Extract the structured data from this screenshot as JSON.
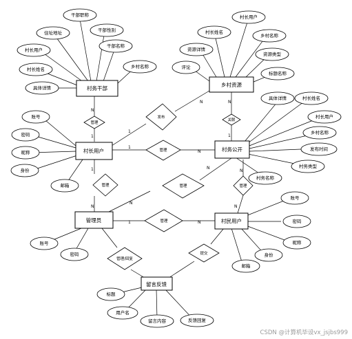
{
  "entities": {
    "cadre": "村务干部",
    "resource": "乡村资源",
    "villager_user": "村长用户",
    "affairs": "村务公开",
    "admin": "管理员",
    "resident": "村民用户",
    "message": "留言反馈"
  },
  "attributes": {
    "cadre": [
      "干部职称",
      "住址地址",
      "干部性别",
      "村长用户",
      "干部名称",
      "村长姓名",
      "乡村名称",
      "具体详情"
    ],
    "resource": [
      "村长用户",
      "村长姓名",
      "乡村名称",
      "资源详情",
      "资源类型",
      "评论",
      "标题名称"
    ],
    "villager_user": [
      "账号",
      "密码",
      "昵称",
      "身份",
      "邮箱"
    ],
    "affairs": [
      "具体详情",
      "村长姓名",
      "村长用户",
      "乡村名称",
      "发布时间",
      "村务类型",
      "村务名称"
    ],
    "resident": [
      "账号",
      "密码",
      "昵称",
      "身份",
      "邮箱"
    ],
    "admin": [
      "账号",
      "密码"
    ],
    "message": [
      "标题",
      "用户名",
      "留言内容",
      "反馈回复"
    ]
  },
  "relationships": {
    "manage_cadre": "管理",
    "publish_resource": "发布",
    "manage_affairs": "管理",
    "related": "关联",
    "admin_villager": "管理",
    "admin_affairs": "管理",
    "admin_affairs2": "管理",
    "admin_resident": "管理",
    "admin_message": "管理/回复",
    "submit": "提交"
  },
  "cardinalities": [
    "N",
    "1",
    "1",
    "N",
    "1",
    "N",
    "N",
    "1",
    "1",
    "N",
    "N",
    "N",
    "1",
    "N",
    "N",
    "N"
  ],
  "watermark": "CSDN @计算机毕设vx_jsjbs999"
}
